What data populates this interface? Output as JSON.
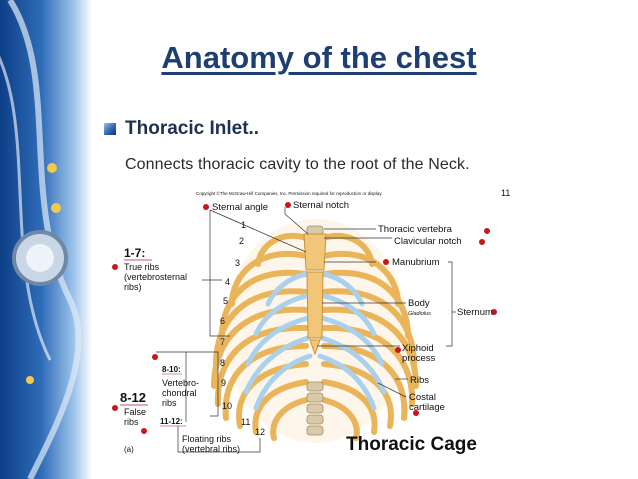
{
  "slide": {
    "title": "Anatomy of the chest",
    "bullet_heading": "Thoracic Inlet..",
    "bullet_text": "Connects thoracic cavity to the root of the Neck."
  },
  "figure": {
    "copyright": "Copyright ©The McGraw-Hill Companies, Inc. Permission required for reproduction or display.",
    "figure_number": "11",
    "caption": "Thoracic Cage",
    "part_label": "(a)",
    "labels": {
      "sternal_angle": "Sternal angle",
      "sternal_notch": "Sternal notch",
      "thoracic_vertebra": "Thoracic vertebra",
      "clavicular_notch": "Clavicular notch",
      "manubrium": "Manubrium",
      "body": "Body",
      "gladiolus": "Gladiolus",
      "sternum": "Sternum",
      "xiphoid_1": "Xiphoid",
      "xiphoid_2": "process",
      "ribs": "Ribs",
      "costal_1": "Costal",
      "costal_2": "cartilage",
      "true_range": "1-7:",
      "true_1": "True ribs",
      "true_2": "(vertebrosternal",
      "true_3": "ribs)",
      "vc_range": "8-10:",
      "vc_1": "Vertebro-",
      "vc_2": "chondral",
      "vc_3": "ribs",
      "false_range": "8-12",
      "false_1": "False",
      "false_2": "ribs",
      "float_range": "11-12:",
      "float_1": "Floating ribs",
      "float_2": "(vertebral ribs)"
    },
    "rib_numbers": [
      "1",
      "2",
      "3",
      "4",
      "5",
      "6",
      "7",
      "8",
      "9",
      "10",
      "11",
      "12"
    ]
  },
  "colors": {
    "title": "#1f3f73",
    "bone": "#e9b45a",
    "cartilage": "#a9d1ee",
    "marker": "#c8161d",
    "range_label": "#a61f4c"
  }
}
